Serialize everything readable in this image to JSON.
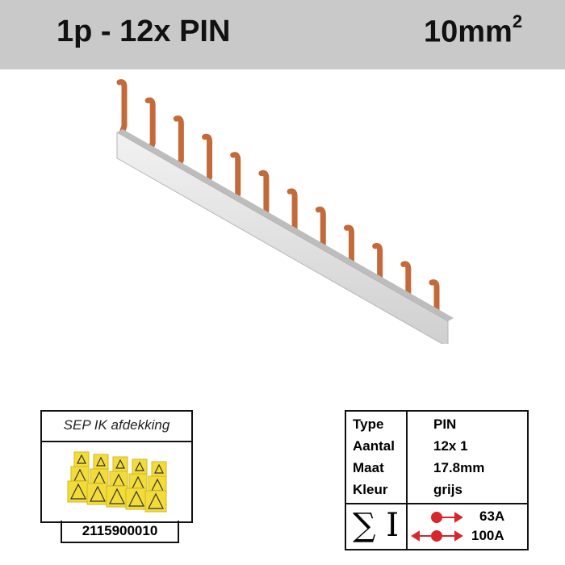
{
  "header": {
    "title": "1p - 12x PIN",
    "cross_section": "10mm",
    "cross_section_sup": "2"
  },
  "product": {
    "pin_count": 12,
    "bar_color": "#e6e6e6",
    "pin_color": "#c46a3a"
  },
  "accessory": {
    "title": "SEP IK afdekking",
    "code": "2115900010"
  },
  "specs": {
    "rows": [
      {
        "label": "Type",
        "value": "PIN"
      },
      {
        "label": "Aantal",
        "value": "12x 1"
      },
      {
        "label": "Maat",
        "value": "17.8mm"
      },
      {
        "label": "Kleur",
        "value": "grijs"
      }
    ],
    "current_symbol": "∑ I",
    "currents": [
      {
        "value": "63A",
        "feed": "end"
      },
      {
        "value": "100A",
        "feed": "center"
      }
    ],
    "arrow_color": "#d9262c"
  }
}
